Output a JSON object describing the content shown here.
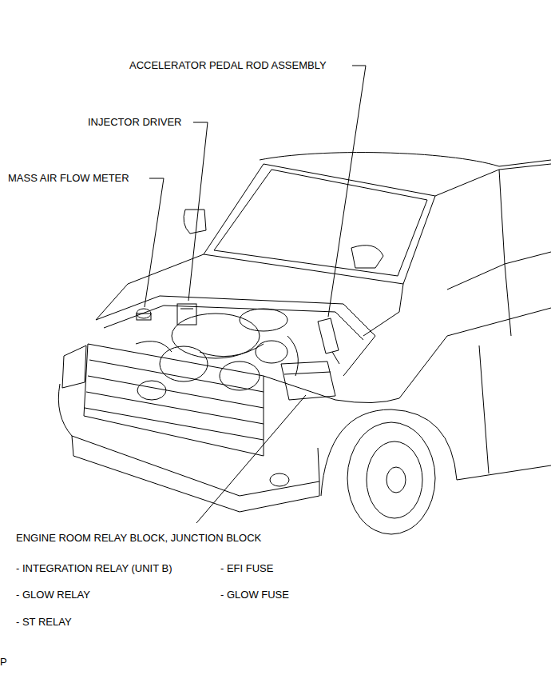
{
  "diagram": {
    "labels": [
      "ACCELERATOR PEDAL ROD ASSEMBLY",
      "INJECTOR DRIVER",
      "MASS AIR FLOW METER",
      "ENGINE ROOM RELAY BLOCK, JUNCTION BLOCK",
      "- INTEGRATION RELAY (UNIT B)",
      "- EFI FUSE",
      "- GLOW RELAY",
      "- GLOW FUSE",
      "- ST RELAY",
      "P"
    ]
  }
}
